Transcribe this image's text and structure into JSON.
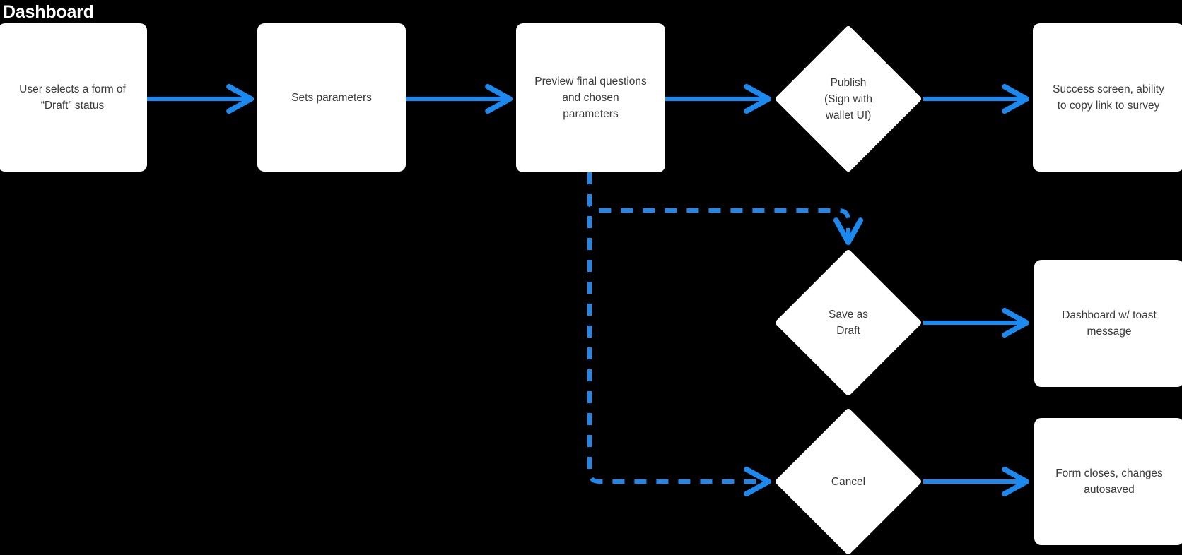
{
  "title": "Dashboard",
  "colors": {
    "background": "#000000",
    "node_fill": "#ffffff",
    "node_text": "#3a3a3a",
    "title_text": "#ffffff",
    "edge": "#1b8af0"
  },
  "nodes": [
    {
      "id": "select-form",
      "type": "box",
      "label": "User selects a form of\n“Draft” status"
    },
    {
      "id": "set-params",
      "type": "box",
      "label": "Sets parameters"
    },
    {
      "id": "preview",
      "type": "box",
      "label": "Preview final questions\nand chosen\nparameters"
    },
    {
      "id": "publish",
      "type": "diamond",
      "label": "Publish\n(Sign with\nwallet UI)"
    },
    {
      "id": "success",
      "type": "box",
      "label": "Success screen, ability\nto copy link to survey"
    },
    {
      "id": "save-as-draft",
      "type": "diamond",
      "label": "Save as\nDraft"
    },
    {
      "id": "toast",
      "type": "box",
      "label": "Dashboard w/ toast\nmessage"
    },
    {
      "id": "cancel",
      "type": "diamond",
      "label": "Cancel"
    },
    {
      "id": "autosaved",
      "type": "box",
      "label": "Form closes, changes\nautosaved"
    }
  ],
  "edges": [
    {
      "from": "select-form",
      "to": "set-params",
      "style": "solid"
    },
    {
      "from": "set-params",
      "to": "preview",
      "style": "solid"
    },
    {
      "from": "preview",
      "to": "publish",
      "style": "solid"
    },
    {
      "from": "publish",
      "to": "success",
      "style": "solid"
    },
    {
      "from": "preview",
      "to": "save-as-draft",
      "style": "dashed"
    },
    {
      "from": "save-as-draft",
      "to": "toast",
      "style": "solid"
    },
    {
      "from": "preview",
      "to": "cancel",
      "style": "dashed"
    },
    {
      "from": "cancel",
      "to": "autosaved",
      "style": "solid"
    }
  ],
  "chart_data": {
    "type": "diagram",
    "subtype": "flowchart",
    "title": "Dashboard",
    "node_count": 9,
    "edge_count": 8
  }
}
